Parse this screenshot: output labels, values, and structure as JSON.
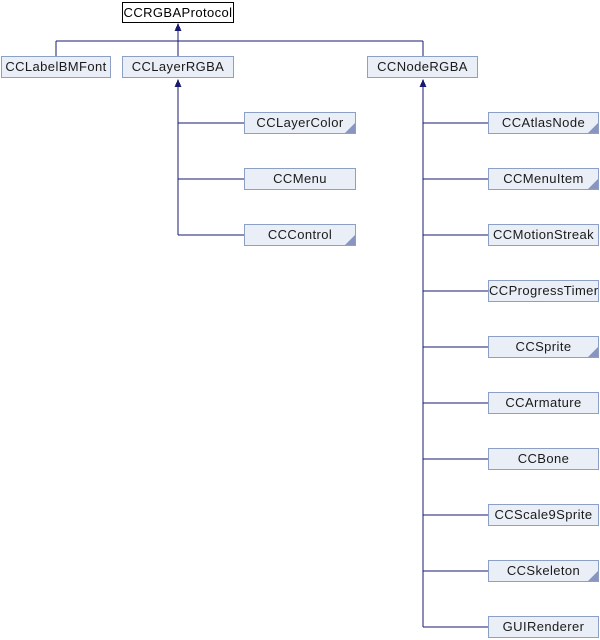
{
  "diagram": {
    "type": "class-inheritance-graph",
    "title": "CCRGBAProtocol inheritance diagram",
    "colors": {
      "background": "#FFFFFF",
      "node_fill": "#E9EEF7",
      "node_border": "#8CA0C6",
      "root_fill": "#FFFFFF",
      "root_border": "#000000",
      "edge": "#191970",
      "text": "#1A1A1A",
      "fold": "#8895BE"
    },
    "nodes": [
      {
        "id": "ccrgbaprotocol",
        "label": "CCRGBAProtocol",
        "parent": null,
        "root": true,
        "truncated": false
      },
      {
        "id": "cclabelbmfont",
        "label": "CCLabelBMFont",
        "parent": "ccrgbaprotocol",
        "root": false,
        "truncated": false
      },
      {
        "id": "cclayerrgba",
        "label": "CCLayerRGBA",
        "parent": "ccrgbaprotocol",
        "root": false,
        "truncated": false
      },
      {
        "id": "ccnodergba",
        "label": "CCNodeRGBA",
        "parent": "ccrgbaprotocol",
        "root": false,
        "truncated": false
      },
      {
        "id": "cclayercolor",
        "label": "CCLayerColor",
        "parent": "cclayerrgba",
        "root": false,
        "truncated": true
      },
      {
        "id": "ccmenu",
        "label": "CCMenu",
        "parent": "cclayerrgba",
        "root": false,
        "truncated": false
      },
      {
        "id": "cccontrol",
        "label": "CCControl",
        "parent": "cclayerrgba",
        "root": false,
        "truncated": true
      },
      {
        "id": "ccatlasnode",
        "label": "CCAtlasNode",
        "parent": "ccnodergba",
        "root": false,
        "truncated": true
      },
      {
        "id": "ccmenuitem",
        "label": "CCMenuItem",
        "parent": "ccnodergba",
        "root": false,
        "truncated": true
      },
      {
        "id": "ccmotionstreak",
        "label": "CCMotionStreak",
        "parent": "ccnodergba",
        "root": false,
        "truncated": false
      },
      {
        "id": "ccprogresstimer",
        "label": "CCProgressTimer",
        "parent": "ccnodergba",
        "root": false,
        "truncated": false
      },
      {
        "id": "ccsprite",
        "label": "CCSprite",
        "parent": "ccnodergba",
        "root": false,
        "truncated": true
      },
      {
        "id": "ccarmature",
        "label": "CCArmature",
        "parent": "ccnodergba",
        "root": false,
        "truncated": false
      },
      {
        "id": "ccbone",
        "label": "CCBone",
        "parent": "ccnodergba",
        "root": false,
        "truncated": false
      },
      {
        "id": "ccscale9sprite",
        "label": "CCScale9Sprite",
        "parent": "ccnodergba",
        "root": false,
        "truncated": false
      },
      {
        "id": "ccskeleton",
        "label": "CCSkeleton",
        "parent": "ccnodergba",
        "root": false,
        "truncated": true
      },
      {
        "id": "guirenderer",
        "label": "GUIRenderer",
        "parent": "ccnodergba",
        "root": false,
        "truncated": false
      }
    ]
  }
}
